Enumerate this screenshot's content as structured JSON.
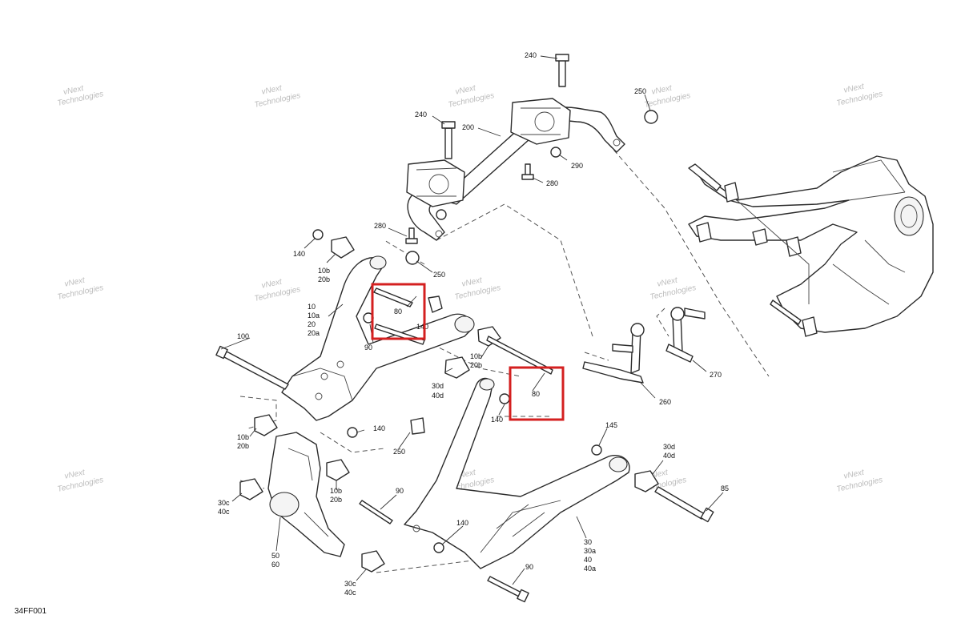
{
  "diagram": {
    "figure_code": "34FF001",
    "highlight_color": "#d42020",
    "watermark": {
      "line1": "vNext",
      "line2": "Technologies",
      "small": "vNext Technologies"
    },
    "callouts": {
      "c240a": "240",
      "c240b": "240",
      "c200": "200",
      "c250a": "250",
      "c290": "290",
      "c280a": "280",
      "c280b": "280",
      "c250b": "250",
      "c140a": "140",
      "c10b_20b_a": [
        "10b",
        "20b"
      ],
      "c10_group": [
        "10",
        "10a",
        "20",
        "20a"
      ],
      "c80a": "80",
      "c140b": "140",
      "c90a": "90",
      "c100": "100",
      "c10b_20b_b": [
        "10b",
        "20b"
      ],
      "c30d_40d_a": [
        "30d",
        "40d"
      ],
      "c80b": "80",
      "c140c": "140",
      "c260": "260",
      "c270": "270",
      "c140d": "140",
      "c250c": "250",
      "c145": "145",
      "c30d_40d_b": [
        "30d",
        "40d"
      ],
      "c10b_20b_c": [
        "10b",
        "20b"
      ],
      "c10b_20b_d": [
        "10b",
        "20b"
      ],
      "c30c_40c_a": [
        "30c",
        "40c"
      ],
      "c50_60": [
        "50",
        "60"
      ],
      "c90b": "90",
      "c140e": "140",
      "c85": "85",
      "c30_group": [
        "30",
        "30a",
        "40",
        "40a"
      ],
      "c30c_40c_b": [
        "30c",
        "40c"
      ],
      "c90c": "90"
    }
  }
}
